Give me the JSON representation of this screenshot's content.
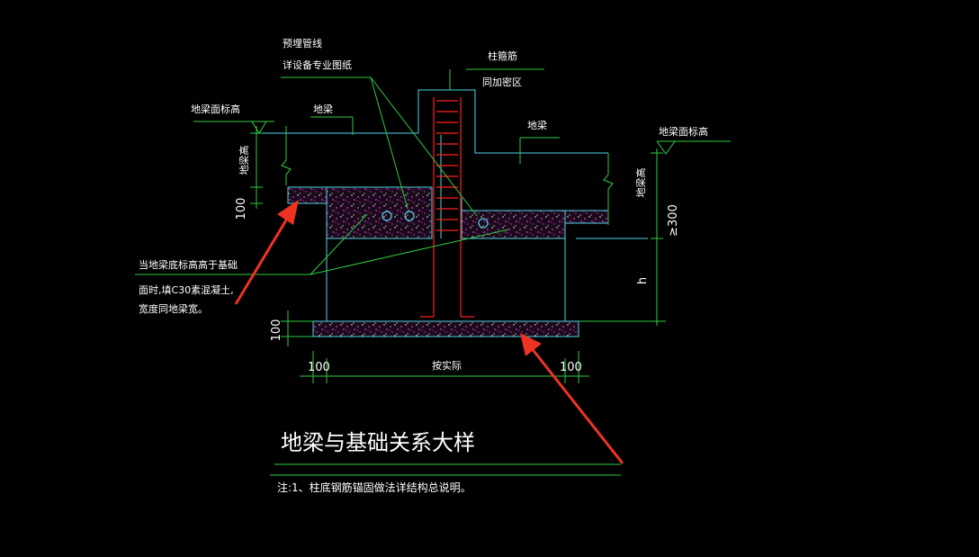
{
  "title": "地梁与基础关系大样",
  "note": "注:1、柱底钢筋锚固做法详结构总说明。",
  "labels": {
    "pipe_line1": "预埋管线",
    "pipe_line2": "详设备专业图纸",
    "column_rebar": "柱箍筋",
    "densified_zone": "同加密区",
    "beam_top_left": "地梁面标高",
    "beam_top_right": "地梁面标高",
    "ground_beam_left": "地梁",
    "ground_beam_right": "地梁",
    "beam_height_left": "地梁高",
    "beam_height_right": "地梁高",
    "fill_note1": "当地梁底标高高于基础",
    "fill_note2": "面时,填C30素混凝土,",
    "fill_note3": "宽度同地梁宽。",
    "as_actual": "按实际"
  },
  "dims": {
    "d100_left": "100",
    "d100_base": "100",
    "d100_bottom_left": "100",
    "d100_bottom_right": "100",
    "ge300": "≥300",
    "h": "h"
  },
  "colors": {
    "background": "#000000",
    "outline": "#4fd4e6",
    "leader": "#2ecc40",
    "dimension": "#2ecc40",
    "rebar": "#ff2222",
    "concrete": "#cc33cc",
    "text": "#ffffff",
    "arrow": "#ee3322"
  }
}
